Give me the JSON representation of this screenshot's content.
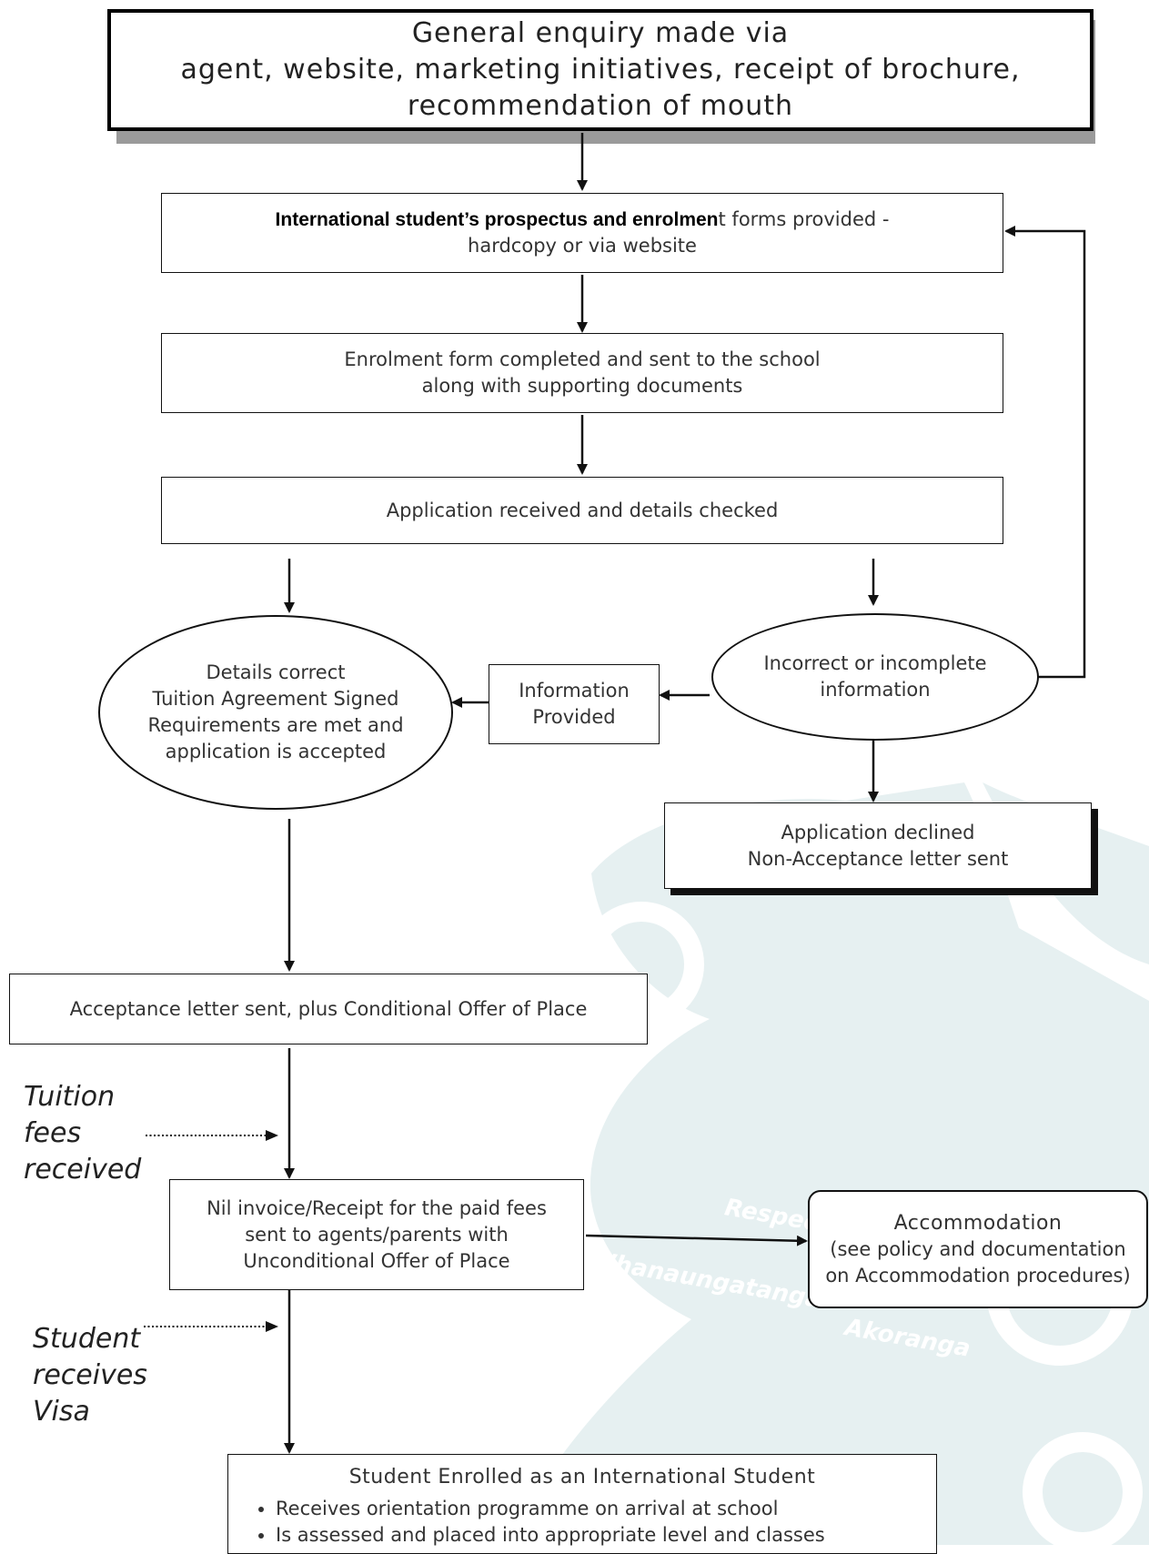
{
  "top_box": {
    "lines": [
      "General enquiry made via",
      "agent, website, marketing initiatives, receipt of brochure,",
      "recommendation of mouth"
    ]
  },
  "prospectus_box": {
    "line1_bold": "International student’s prospectus and enrolmen",
    "line1_rest": "t forms provided -",
    "line2": "hardcopy or via website"
  },
  "enrolment_box": {
    "lines": [
      "Enrolment form completed and sent to the school",
      "along with supporting documents"
    ]
  },
  "application_box": {
    "text": "Application received and details checked"
  },
  "accepted_ellipse": {
    "lines": [
      "Details correct",
      "Tuition Agreement Signed",
      "Requirements are met and",
      "application is accepted"
    ]
  },
  "info_provided_box": {
    "lines": [
      "Information",
      "Provided"
    ]
  },
  "incorrect_ellipse": {
    "lines": [
      "Incorrect or incomplete",
      "information"
    ]
  },
  "declined_box": {
    "lines": [
      "Application declined",
      "Non-Acceptance letter sent"
    ]
  },
  "acceptance_box": {
    "text": "Acceptance letter sent, plus Conditional Offer of Place"
  },
  "tuition_label": {
    "lines": [
      "Tuition",
      "fees",
      "received"
    ]
  },
  "invoice_box": {
    "lines": [
      "Nil invoice/Receipt for the paid fees",
      "sent to agents/parents with",
      "Unconditional Offer of Place"
    ]
  },
  "accommodation_box": {
    "lines": [
      "Accommodation",
      "(see policy and documentation",
      "on Accommodation procedures)"
    ]
  },
  "visa_label": {
    "lines": [
      "Student",
      "receives",
      "Visa"
    ]
  },
  "enrolled_box": {
    "title": "Student Enrolled as an International Student",
    "bullets": [
      "Receives orientation programme on arrival at school",
      "Is assessed and placed into appropriate level and classes"
    ]
  },
  "watermark": {
    "words": [
      "Respect",
      "Whanaungatanga",
      "Akoranga"
    ]
  },
  "colors": {
    "watermark_tint": "#e6f0f1",
    "shadow": "#9a9a9a",
    "stroke": "#111111"
  }
}
